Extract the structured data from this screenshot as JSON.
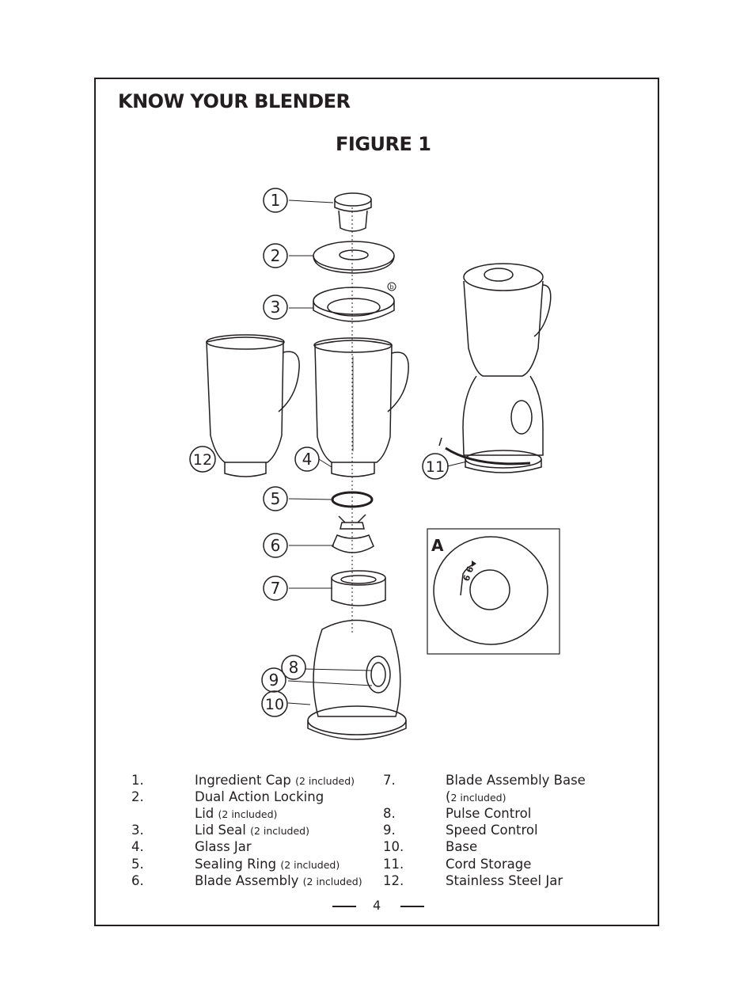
{
  "header": {
    "title": "KNOW YOUR BLENDER",
    "figure_title": "FIGURE 1"
  },
  "figure": {
    "callouts": [
      "1",
      "2",
      "3",
      "4",
      "5",
      "6",
      "7",
      "8",
      "9",
      "10",
      "11",
      "12"
    ],
    "detail_label": "A",
    "lid_mark": "b",
    "detail_marks": "6 6"
  },
  "legend": {
    "left": [
      {
        "num": "1.",
        "label": "Ingredient Cap",
        "note": "(2 included)"
      },
      {
        "num": "2.",
        "label": "Dual Action Locking",
        "note": ""
      },
      {
        "num": "",
        "label": "Lid",
        "note": "(2 included)"
      },
      {
        "num": "3.",
        "label": "Lid Seal",
        "note": "(2 included)"
      },
      {
        "num": "4.",
        "label": "Glass Jar",
        "note": ""
      },
      {
        "num": "5.",
        "label": "Sealing Ring",
        "note": "(2 included)"
      },
      {
        "num": "6.",
        "label": "Blade Assembly",
        "note": "(2 included)"
      }
    ],
    "right": [
      {
        "num": "7.",
        "label": "Blade Assembly Base",
        "note": ""
      },
      {
        "num": "",
        "label": "(",
        "note": "2 included)"
      },
      {
        "num": "8.",
        "label": "Pulse Control",
        "note": ""
      },
      {
        "num": "9.",
        "label": "Speed Control",
        "note": ""
      },
      {
        "num": "10.",
        "label": "Base",
        "note": ""
      },
      {
        "num": "11.",
        "label": "Cord Storage",
        "note": ""
      },
      {
        "num": "12.",
        "label": "Stainless Steel Jar",
        "note": ""
      }
    ]
  },
  "footer": {
    "page_number": "4"
  }
}
